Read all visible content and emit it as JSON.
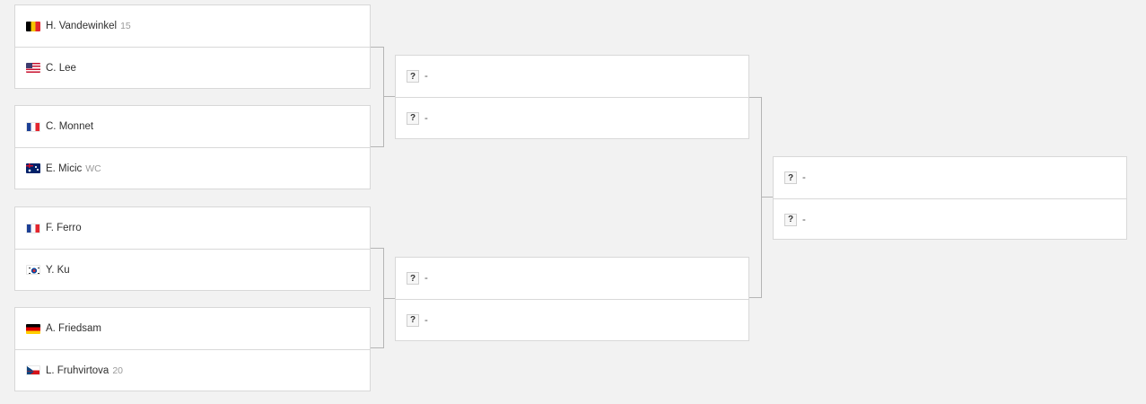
{
  "round1": [
    {
      "top": {
        "flag": "be",
        "name": "H. Vandewinkel",
        "seed": "15"
      },
      "bottom": {
        "flag": "us",
        "name": "C. Lee",
        "seed": ""
      }
    },
    {
      "top": {
        "flag": "fr",
        "name": "C. Monnet",
        "seed": ""
      },
      "bottom": {
        "flag": "au",
        "name": "E. Micic",
        "seed": "WC"
      }
    },
    {
      "top": {
        "flag": "fr",
        "name": "F. Ferro",
        "seed": ""
      },
      "bottom": {
        "flag": "kr",
        "name": "Y. Ku",
        "seed": ""
      }
    },
    {
      "top": {
        "flag": "de",
        "name": "A. Friedsam",
        "seed": ""
      },
      "bottom": {
        "flag": "cz",
        "name": "L. Fruhvirtova",
        "seed": "20"
      }
    }
  ],
  "placeholder": {
    "icon": "?",
    "text": "-"
  },
  "colors": {
    "background": "#f2f2f2",
    "card": "#ffffff",
    "border": "#d8d8d8",
    "connector": "#b5b5b5",
    "seed": "#9a9a9a"
  }
}
